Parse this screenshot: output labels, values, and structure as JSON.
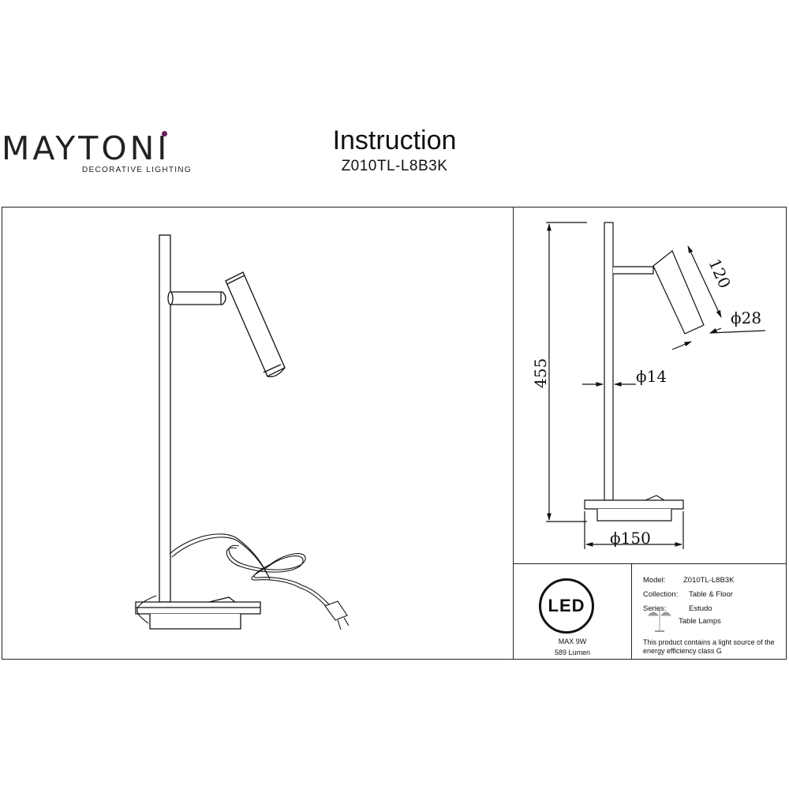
{
  "brand": {
    "name": "MAYTONI",
    "tagline": "DECORATIVE LIGHTING",
    "accent_color": "#6b1f5e"
  },
  "header": {
    "title": "Instruction",
    "model_code": "Z010TL-L8B3K"
  },
  "dimensions": {
    "height": "455",
    "head_length": "120",
    "head_diameter": "ϕ28",
    "stem_diameter": "ϕ14",
    "base_diameter": "ϕ150"
  },
  "badge": {
    "label": "LED",
    "max_power": "MAX 9W",
    "lumen": "589 Lumen"
  },
  "specs": {
    "model_label": "Model:",
    "model_value": "Z010TL-L8B3K",
    "collection_label": "Collection:",
    "collection_value": "Table & Floor",
    "series_label": "Series:",
    "series_value": "Estudo",
    "category_value": "Table Lamps",
    "energy_note": "This product contains a light source of the energy efficiency class G"
  }
}
